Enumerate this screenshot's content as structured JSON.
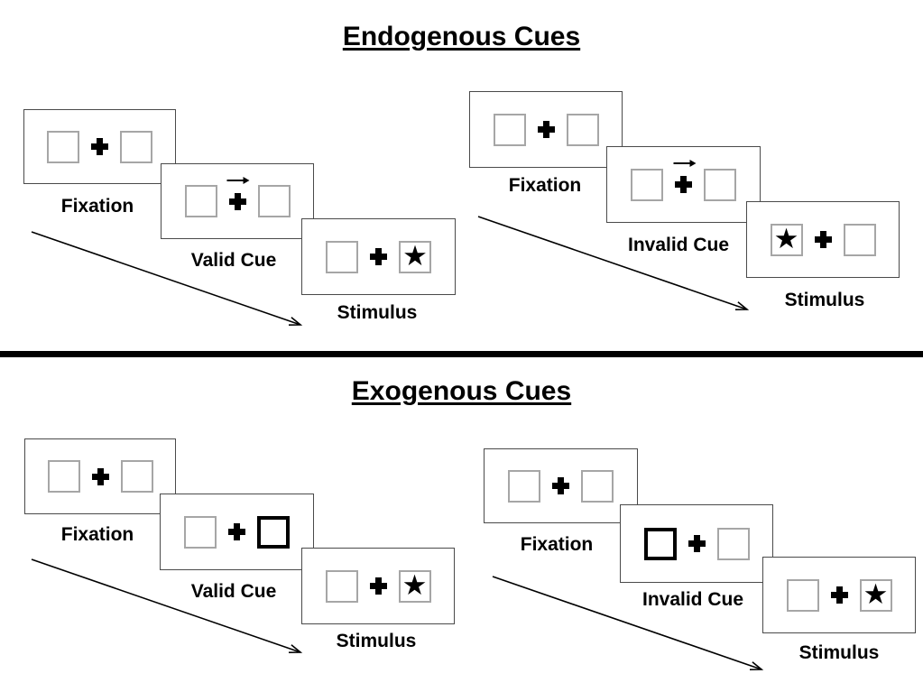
{
  "icons": {
    "star": "★",
    "cue_arrow": "→"
  },
  "colors": {
    "background": "#ffffff",
    "ink": "#000000",
    "panel_border": "#4a4a4a",
    "box_border": "#a6a6a6"
  },
  "sections": [
    {
      "title": "Endogenous Cues",
      "groups": [
        {
          "name": "valid-trial",
          "panels": [
            {
              "label": "Fixation",
              "left_box": "empty",
              "right_box": "empty",
              "cue": "none"
            },
            {
              "label": "Valid Cue",
              "left_box": "empty",
              "right_box": "empty",
              "cue": "arrow-right"
            },
            {
              "label": "Stimulus",
              "left_box": "empty",
              "right_box": "star",
              "cue": "none"
            }
          ]
        },
        {
          "name": "invalid-trial",
          "panels": [
            {
              "label": "Fixation",
              "left_box": "empty",
              "right_box": "empty",
              "cue": "none"
            },
            {
              "label": "Invalid Cue",
              "left_box": "empty",
              "right_box": "empty",
              "cue": "arrow-right"
            },
            {
              "label": "Stimulus",
              "left_box": "star",
              "right_box": "empty",
              "cue": "none"
            }
          ]
        }
      ]
    },
    {
      "title": "Exogenous Cues",
      "groups": [
        {
          "name": "valid-trial",
          "panels": [
            {
              "label": "Fixation",
              "left_box": "empty",
              "right_box": "empty",
              "cue": "none"
            },
            {
              "label": "Valid Cue",
              "left_box": "empty",
              "right_box": "bold",
              "cue": "none"
            },
            {
              "label": "Stimulus",
              "left_box": "empty",
              "right_box": "star",
              "cue": "none"
            }
          ]
        },
        {
          "name": "invalid-trial",
          "panels": [
            {
              "label": "Fixation",
              "left_box": "empty",
              "right_box": "empty",
              "cue": "none"
            },
            {
              "label": "Invalid Cue",
              "left_box": "bold",
              "right_box": "empty",
              "cue": "none"
            },
            {
              "label": "Stimulus",
              "left_box": "empty",
              "right_box": "star",
              "cue": "none"
            }
          ]
        }
      ]
    }
  ]
}
